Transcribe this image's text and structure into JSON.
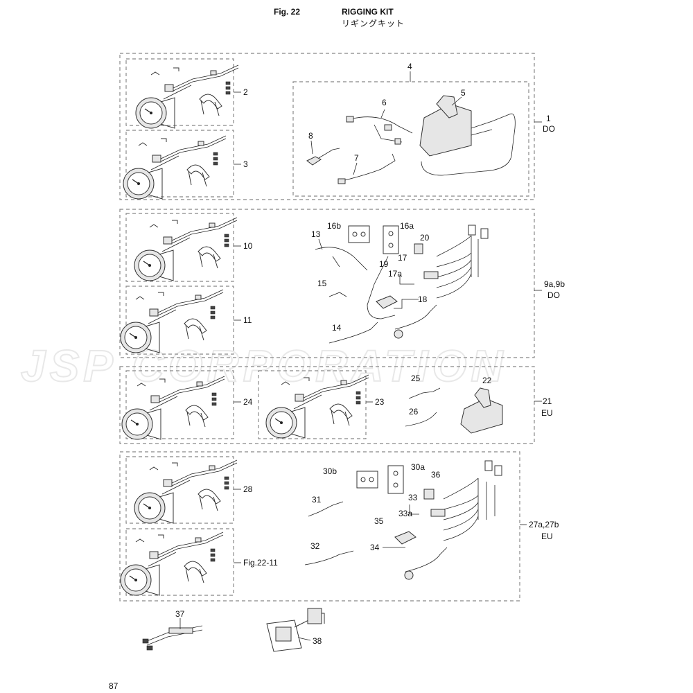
{
  "header": {
    "fig": "Fig. 22",
    "title": "RIGGING KIT",
    "title_jp": "リギングキット"
  },
  "watermark": "JSP CORPORATION",
  "page_number": "87",
  "labels": {
    "l1": "1",
    "l2": "2",
    "l3": "3",
    "l4": "4",
    "l5": "5",
    "l6": "6",
    "l7": "7",
    "l8": "8",
    "l9": "9a,9b",
    "l10": "10",
    "l11": "11",
    "l13": "13",
    "l14": "14",
    "l15": "15",
    "l16a": "16a",
    "l16b": "16b",
    "l17": "17",
    "l17a": "17a",
    "l18": "18",
    "l19": "19",
    "l20": "20",
    "l21": "21",
    "l22": "22",
    "l23": "23",
    "l24": "24",
    "l25": "25",
    "l26": "26",
    "l27": "27a,27b",
    "l28": "28",
    "lfig": "Fig.22-11",
    "l30a": "30a",
    "l30b": "30b",
    "l31": "31",
    "l32": "32",
    "l33": "33",
    "l33a": "33a",
    "l34": "34",
    "l35": "35",
    "l36": "36",
    "l37": "37",
    "l38": "38",
    "do1": "DO",
    "do2": "DO",
    "eu1": "EU",
    "eu2": "EU"
  }
}
